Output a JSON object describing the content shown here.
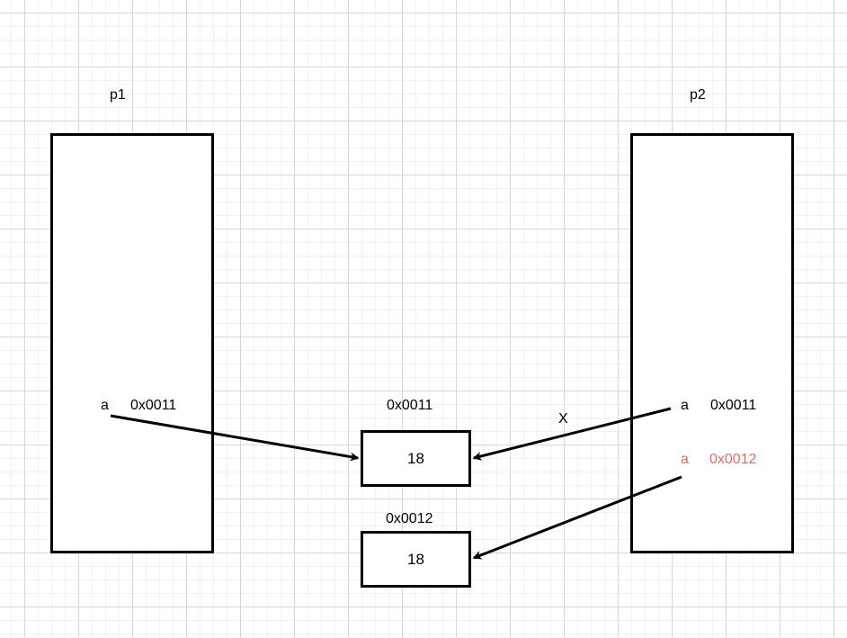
{
  "frames": [
    {
      "id": "p1",
      "title": "p1"
    },
    {
      "id": "p2",
      "title": "p2"
    }
  ],
  "p1": {
    "var": {
      "name": "a",
      "address": "0x0011"
    }
  },
  "p2": {
    "old_var": {
      "name": "a",
      "address": "0x0011"
    },
    "new_var": {
      "name": "a",
      "address": "0x0012",
      "color": "#EA6B66"
    }
  },
  "heap": [
    {
      "address": "0x0011",
      "value": "18"
    },
    {
      "address": "0x0012",
      "value": "18"
    }
  ],
  "arrows": [
    {
      "from": "p1.a",
      "to": "0x0011",
      "label": ""
    },
    {
      "from": "p2.a(old)",
      "to": "0x0011",
      "label": "X"
    },
    {
      "from": "p2.a(new)",
      "to": "0x0012",
      "label": ""
    }
  ]
}
